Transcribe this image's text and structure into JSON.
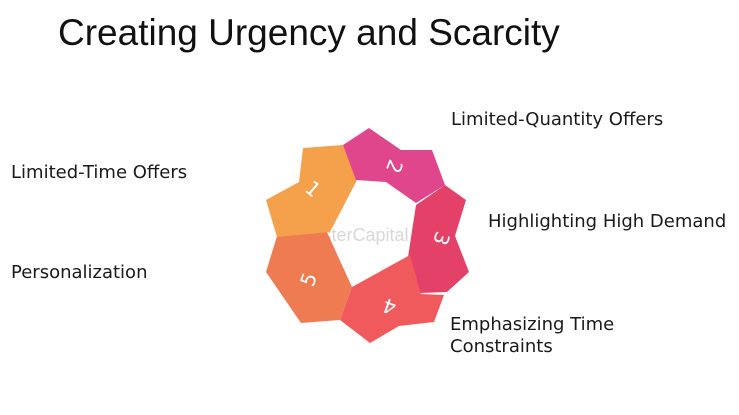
{
  "title": "Creating Urgency and Scarcity",
  "watermark": "FasterCapital",
  "segments": [
    {
      "number": "1",
      "label": "Limited-Time Offers",
      "color": "#f5a04a"
    },
    {
      "number": "2",
      "label": "Limited-Quantity Offers",
      "color": "#e0468c"
    },
    {
      "number": "3",
      "label": "Highlighting High Demand",
      "color": "#e44169"
    },
    {
      "number": "4",
      "label": "Emphasizing Time\nConstraints",
      "color": "#f05a5c"
    },
    {
      "number": "5",
      "label": "Personalization",
      "color": "#ef7b52"
    }
  ]
}
